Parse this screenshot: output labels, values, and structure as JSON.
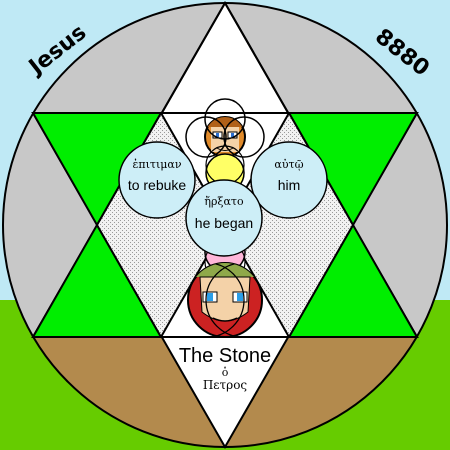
{
  "corner_labels": {
    "left": "Jesus",
    "right": "8880"
  },
  "circles": {
    "left": {
      "greek": "ἐπιτιμαν",
      "english": "to rebuke"
    },
    "right": {
      "greek": "αὐτῷ",
      "english": "him"
    },
    "center": {
      "greek": "ἤρξατο",
      "english": "he began"
    }
  },
  "bottom_text": {
    "english": "The Stone",
    "article": "ὁ",
    "greek": "Πετρος"
  },
  "colors": {
    "sky": "#bfe9f5",
    "grass": "#66cc00",
    "disc_upper": "#c8c8c8",
    "disc_lower": "#b38a4d",
    "green_points": "#00ee00",
    "star_white": "#ffffff",
    "inner_hatch": "#d9d9d9",
    "bubble": "#cdeef7",
    "yellow": "#ffff66",
    "pink": "#ffb6d9",
    "face_orange": "#e08a2a",
    "face_red": "#cc2222"
  }
}
